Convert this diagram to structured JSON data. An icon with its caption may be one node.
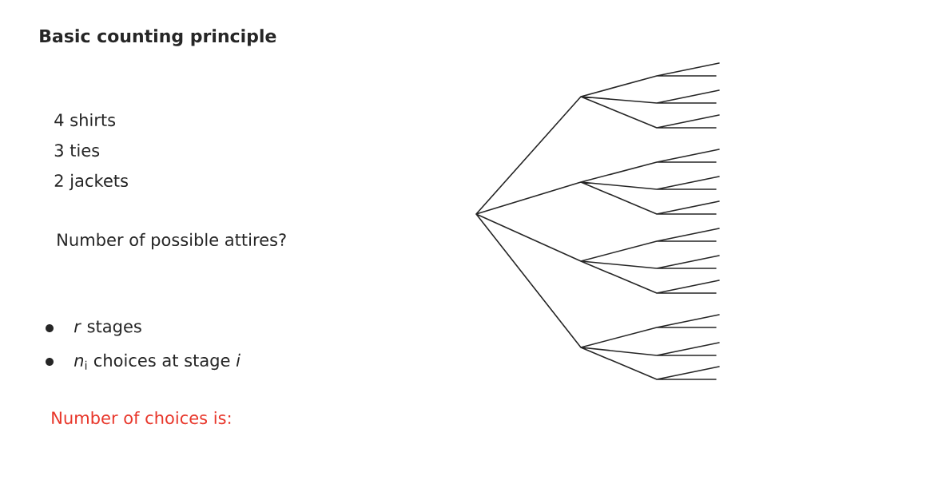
{
  "diagram": {
    "title": "Basic counting principle",
    "labels": [
      "4 shirts",
      "3 ties",
      "2 jackets",
      "Number of possible attires?",
      "*r* stages",
      "*n*$_{i}$ choices at stage *i*",
      "Number of choices is:"
    ]
  }
}
